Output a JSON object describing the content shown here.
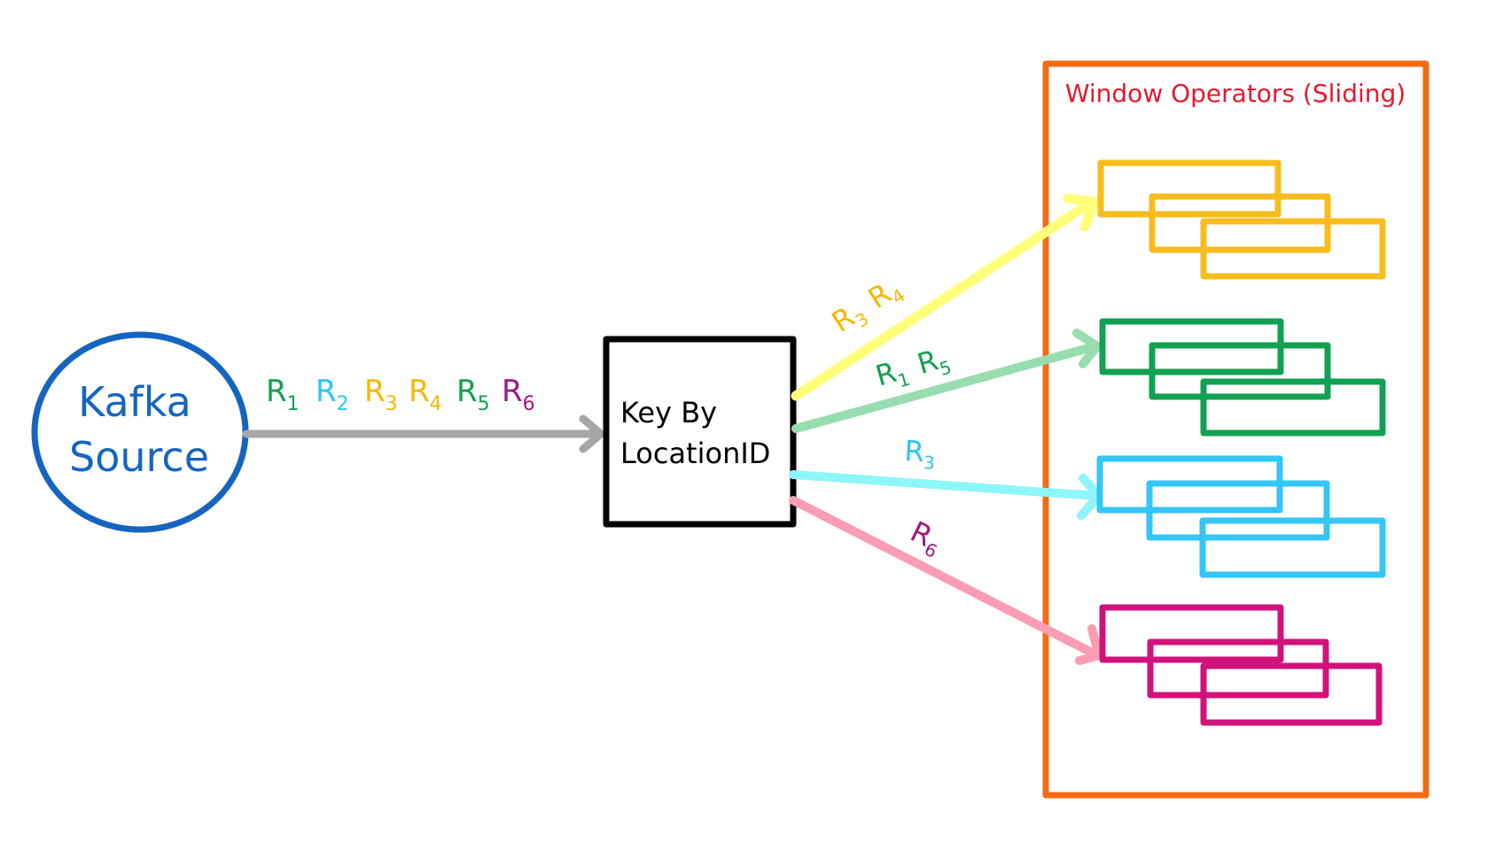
{
  "source": {
    "line1": "Kafka",
    "line2": "Source",
    "color": "#1565C0"
  },
  "keyby": {
    "line1": "Key By",
    "line2": "LocationID"
  },
  "input_records": [
    {
      "label": "R",
      "sub": "1",
      "color": "#12A150"
    },
    {
      "label": "R",
      "sub": "2",
      "color": "#29C5F6"
    },
    {
      "label": "R",
      "sub": "3",
      "color": "#F5B800"
    },
    {
      "label": "R",
      "sub": "4",
      "color": "#F5B800"
    },
    {
      "label": "R",
      "sub": "5",
      "color": "#12A150"
    },
    {
      "label": "R",
      "sub": "6",
      "color": "#A0187A"
    }
  ],
  "window_panel": {
    "title": "Window Operators (Sliding)",
    "border_color": "#F26B15",
    "title_color": "#E6192E"
  },
  "streams": [
    {
      "name": "yellow",
      "arrow_color": "#FFFF7A",
      "window_color": "#F8BC1C",
      "labels": [
        {
          "label": "R",
          "sub": "3"
        },
        {
          "label": "R",
          "sub": "4"
        }
      ],
      "label_color": "#F5B800"
    },
    {
      "name": "green",
      "arrow_color": "#97DDB0",
      "window_color": "#10A152",
      "labels": [
        {
          "label": "R",
          "sub": "1"
        },
        {
          "label": "R",
          "sub": "5"
        }
      ],
      "label_color": "#12A150"
    },
    {
      "name": "cyan",
      "arrow_color": "#8DF6FA",
      "window_color": "#33C6F7",
      "labels": [
        {
          "label": "R",
          "sub": "3"
        }
      ],
      "label_color": "#29C5F6"
    },
    {
      "name": "pink",
      "arrow_color": "#FA9DB4",
      "window_color": "#D1127C",
      "labels": [
        {
          "label": "R",
          "sub": "6"
        }
      ],
      "label_color": "#A0187A"
    }
  ],
  "main_arrow_color": "#A6A6A6"
}
